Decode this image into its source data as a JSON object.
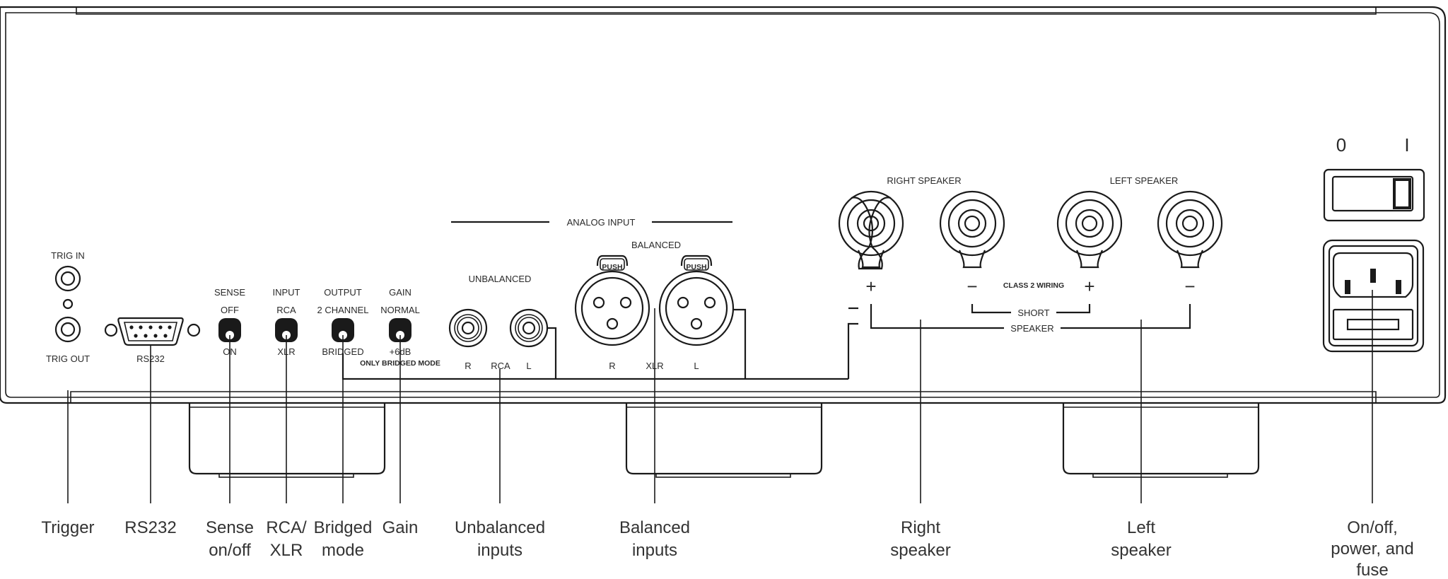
{
  "panel": {
    "trig_in": "TRIG IN",
    "trig_out": "TRIG OUT",
    "rs232": "RS232",
    "sense": {
      "title": "SENSE",
      "top": "OFF",
      "bottom": "ON"
    },
    "input": {
      "title": "INPUT",
      "top": "RCA",
      "bottom": "XLR"
    },
    "output": {
      "title": "OUTPUT",
      "top": "2 CHANNEL",
      "bottom": "BRIDGED"
    },
    "gain": {
      "title": "GAIN",
      "top": "NORMAL",
      "bottom": "+6dB",
      "note": "ONLY BRIDGED MODE"
    },
    "analog_input": "ANALOG INPUT",
    "unbalanced": "UNBALANCED",
    "balanced": "BALANCED",
    "push": "PUSH",
    "rca_r": "R",
    "rca": "RCA",
    "rca_l": "L",
    "xlr_r": "R",
    "xlr": "XLR",
    "xlr_l": "L",
    "right_speaker": "RIGHT SPEAKER",
    "left_speaker": "LEFT SPEAKER",
    "plus": "+",
    "minus": "−",
    "class2": "CLASS 2 WIRING",
    "short": "SHORT",
    "speaker": "SPEAKER",
    "switch_off": "0",
    "switch_on": "I"
  },
  "callouts": {
    "trigger": [
      "Trigger"
    ],
    "rs232": [
      "RS232"
    ],
    "sense": [
      "Sense",
      "on/off"
    ],
    "rcaxlr": [
      "RCA/",
      "XLR"
    ],
    "bridged": [
      "Bridged",
      "mode"
    ],
    "gain": [
      "Gain"
    ],
    "unbalanced": [
      "Unbalanced",
      "inputs"
    ],
    "balanced": [
      "Balanced",
      "inputs"
    ],
    "right": [
      "Right",
      "speaker"
    ],
    "left": [
      "Left",
      "speaker"
    ],
    "power": [
      "On/off,",
      "power, and",
      "fuse"
    ]
  }
}
